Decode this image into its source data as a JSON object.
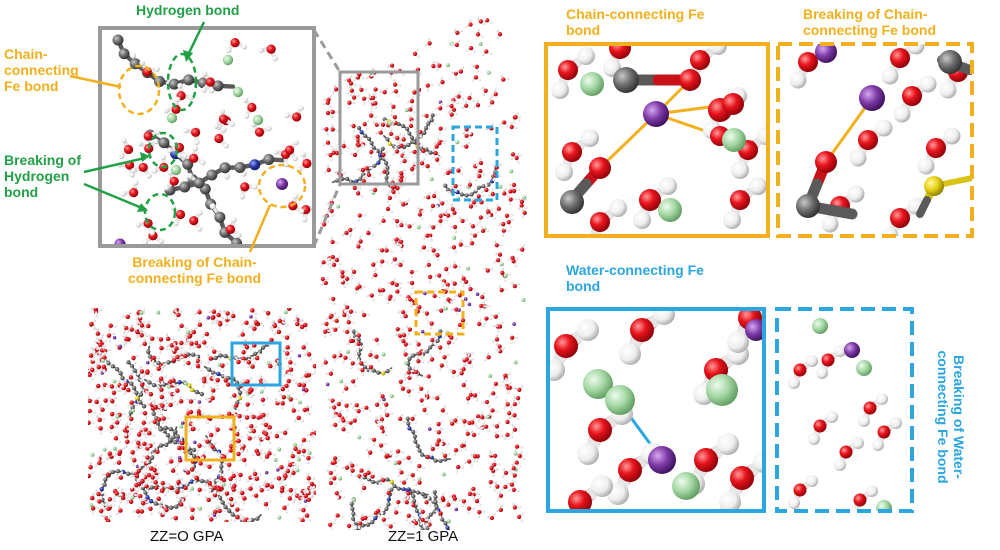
{
  "labels": {
    "hydrogen_bond": "Hydrogen bond",
    "chain_fe_1": "Chain-",
    "chain_fe_2": "connecting",
    "chain_fe_3": "Fe bond",
    "breaking_hydrogen_1": "Breaking of",
    "breaking_hydrogen_2": "Hydrogen",
    "breaking_hydrogen_3": "bond",
    "breaking_chain_left_1": "Breaking of Chain-",
    "breaking_chain_left_2": "connecting Fe bond",
    "chain_fe_top_1": "Chain-connecting Fe",
    "chain_fe_top_2": "bond",
    "breaking_chain_top_1": "Breaking of Chain-",
    "breaking_chain_top_2": "connecting Fe bond",
    "water_fe_1": "Water-connecting Fe",
    "water_fe_2": "bond",
    "breaking_water_1": "Breaking of Water-",
    "breaking_water_2": "connecting Fe bond"
  },
  "captions": {
    "zz0": "ZZ=O GPA",
    "zz1": "ZZ=1 GPA"
  },
  "colors": {
    "gold": "#f2b01e",
    "green": "#22a045",
    "blue": "#2ba6de",
    "gray_frame": "#9a9a9a",
    "oxygen": "#e8141c",
    "hydrogen": "#f4f4f4",
    "carbon": "#6e6e6e",
    "chloride": "#a6d9a6",
    "iron": "#7d3aa6",
    "nitrogen": "#2a3aa8",
    "sulfur": "#e6d21a"
  }
}
